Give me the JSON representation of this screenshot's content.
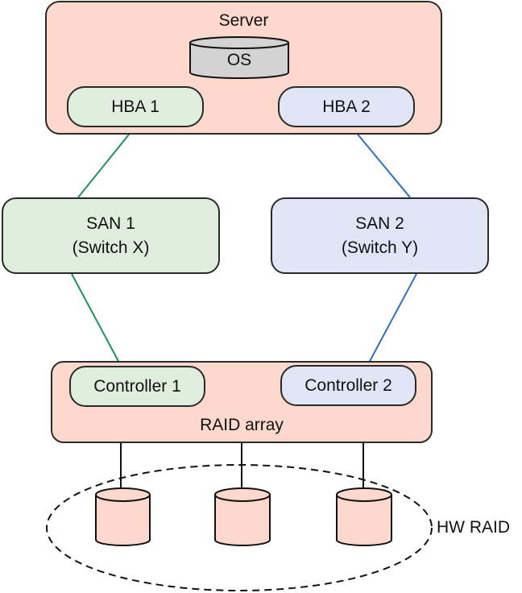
{
  "diagram": {
    "server": {
      "label": "Server",
      "os_label": "OS",
      "hba1": "HBA 1",
      "hba2": "HBA 2"
    },
    "san1": {
      "line1": "SAN 1",
      "line2": "(Switch X)"
    },
    "san2": {
      "line1": "SAN 2",
      "line2": "(Switch Y)"
    },
    "raid": {
      "label": "RAID array",
      "controller1": "Controller 1",
      "controller2": "Controller 2"
    },
    "disks": [
      "disk-1",
      "disk-2",
      "disk-3"
    ],
    "hw_raid_label": "HW RAID",
    "colors": {
      "server_fill": "#fcd9cc",
      "path1_fill": "#dfeedd",
      "path2_fill": "#e0e6f5",
      "path1_line": "#1f8f5a",
      "path2_line": "#2f6fc0",
      "os_fill": "#d3d3d3",
      "disk_fill": "#fcd9cc"
    }
  }
}
